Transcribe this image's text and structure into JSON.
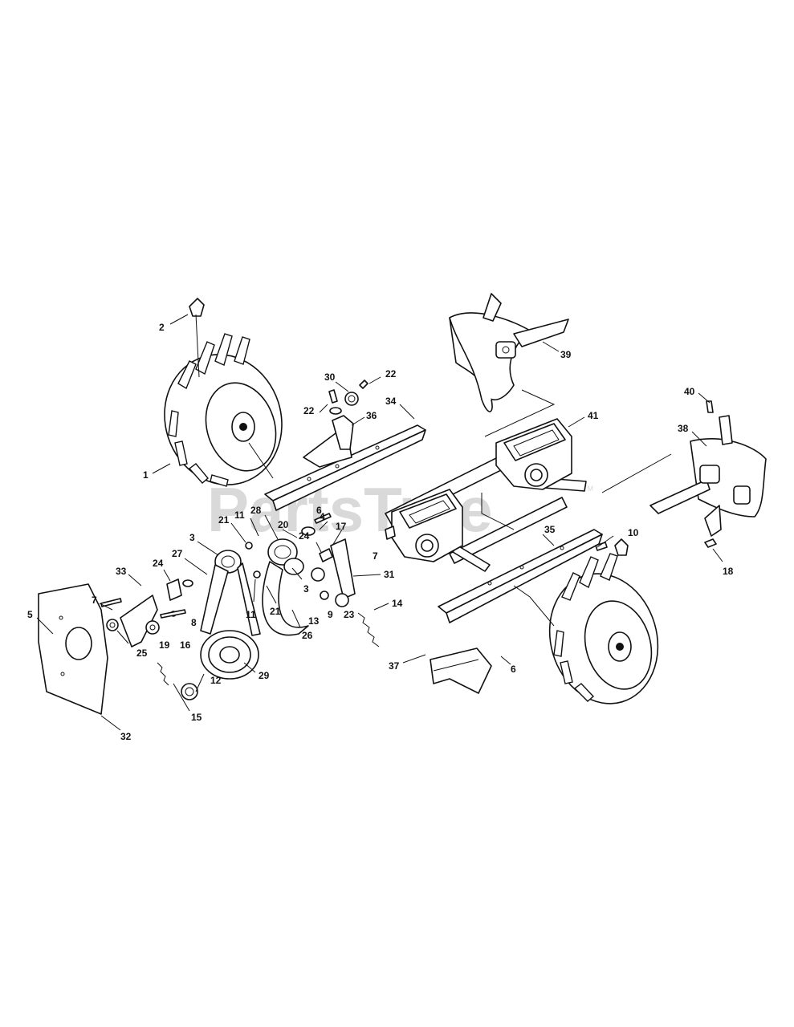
{
  "watermark": "PartsTree",
  "watermark_tm": "TM",
  "callouts": {
    "c1": "1",
    "c2": "2",
    "c3a": "3",
    "c3b": "3",
    "c4": "4",
    "c5": "5",
    "c6a": "6",
    "c6b": "6",
    "c7a": "7",
    "c7b": "7",
    "c8": "8",
    "c9": "9",
    "c10": "10",
    "c11a": "11",
    "c11b": "11",
    "c12": "12",
    "c13": "13",
    "c14": "14",
    "c15": "15",
    "c16": "16",
    "c17": "17",
    "c18": "18",
    "c19": "19",
    "c20": "20",
    "c21a": "21",
    "c21b": "21",
    "c22a": "22",
    "c22b": "22",
    "c23": "23",
    "c24a": "24",
    "c24b": "24",
    "c25": "25",
    "c26": "26",
    "c27": "27",
    "c28": "28",
    "c29": "29",
    "c30": "30",
    "c31": "31",
    "c32": "32",
    "c33": "33",
    "c34": "34",
    "c35": "35",
    "c36": "36",
    "c37": "37",
    "c38": "38",
    "c39": "39",
    "c40": "40",
    "c41": "41"
  }
}
